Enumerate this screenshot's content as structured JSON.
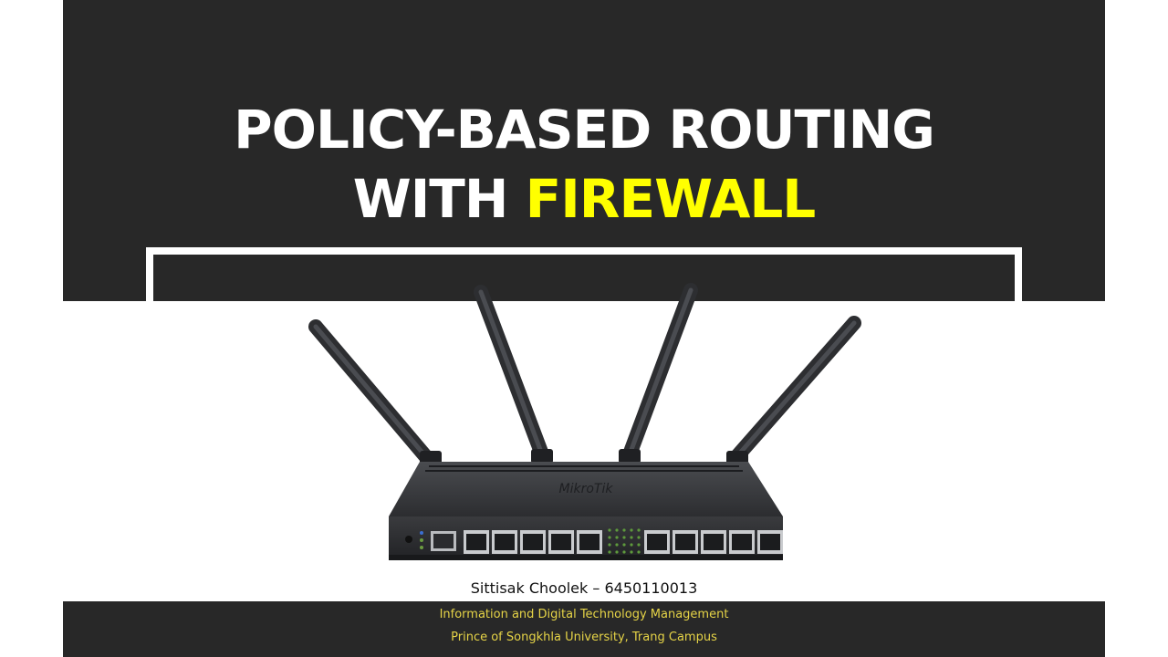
{
  "slide": {
    "title_line1": "POLICY-BASED ROUTING",
    "title_line2_prefix": "WITH",
    "title_line2_accent": "FIREWALL",
    "router_brand": "MikroTik",
    "author": "Sittisak Choolek – 6450110013",
    "affiliation_line1": "Information and Digital Technology Management",
    "affiliation_line2": "Prince of Songkhla University, Trang Campus"
  },
  "colors": {
    "band": "#282828",
    "title": "#ffffff",
    "accent": "#ffff00",
    "affiliation": "#e6d447"
  },
  "icons": [
    "router-image"
  ]
}
